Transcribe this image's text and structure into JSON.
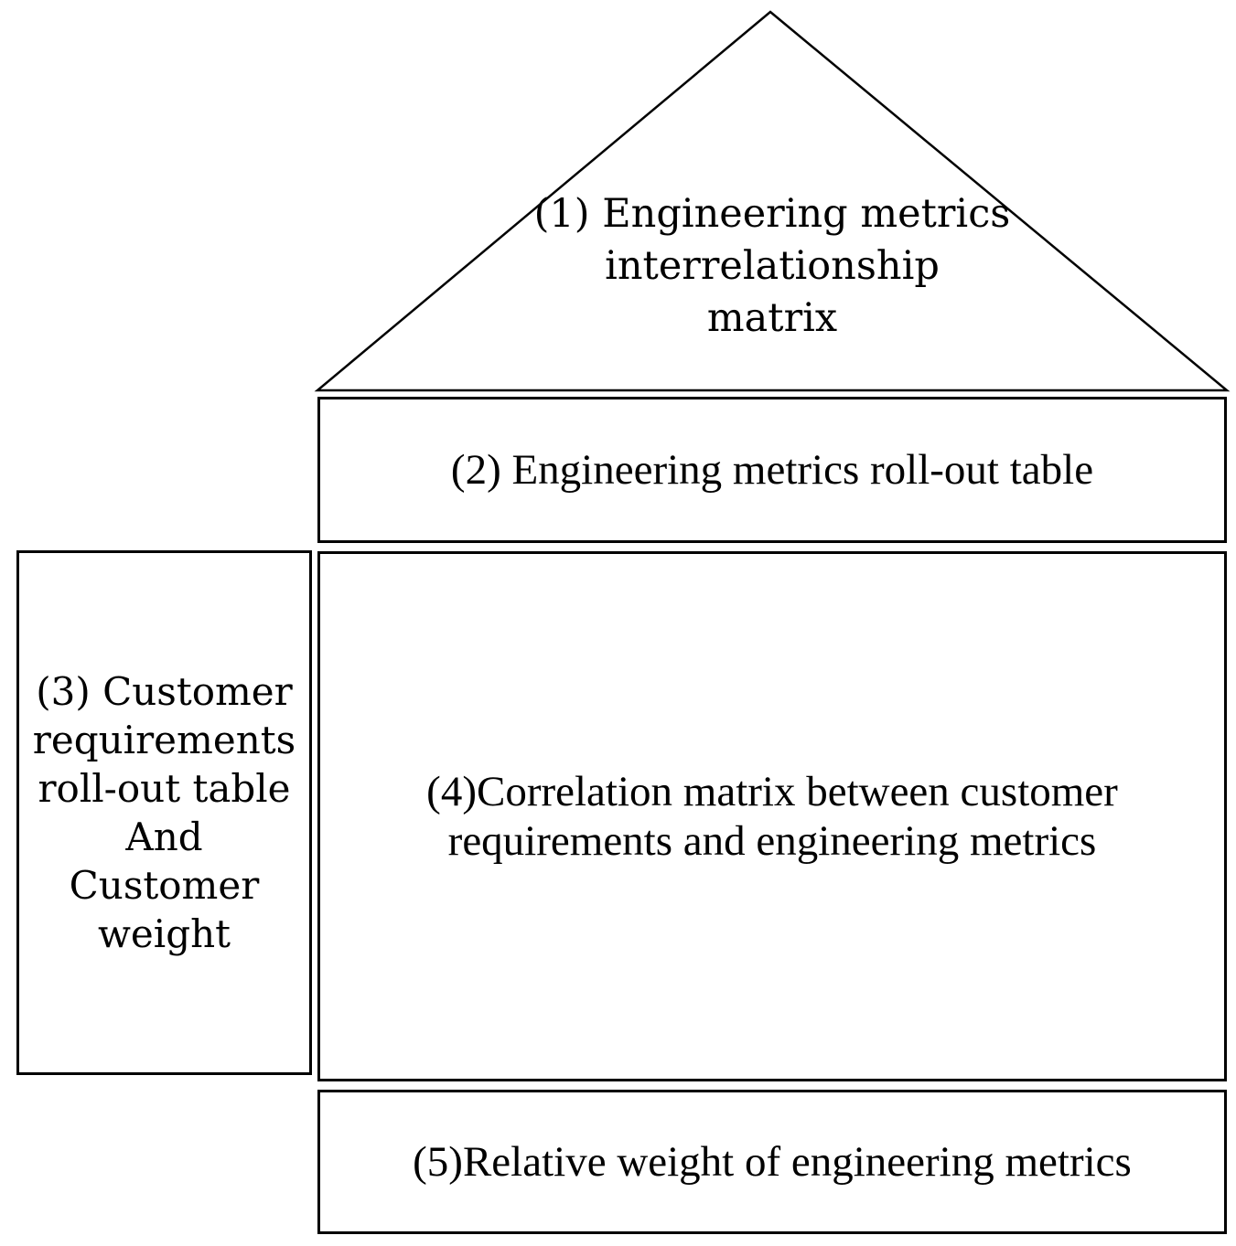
{
  "diagram": {
    "colors": {
      "line": "#000000",
      "background": "#ffffff"
    },
    "roof": {
      "lines": [
        "(1) Engineering metrics",
        "interrelationship",
        "matrix"
      ]
    },
    "engineering_metrics_rollout": {
      "label": "(2) Engineering metrics roll-out table"
    },
    "customer_requirements": {
      "lines": [
        "(3) Customer",
        "requirements",
        "roll-out table",
        "And",
        "Customer",
        "weight"
      ]
    },
    "correlation_matrix": {
      "lines": [
        "(4)Correlation matrix between customer",
        "requirements and engineering metrics"
      ]
    },
    "relative_weight": {
      "label": "(5)Relative weight of engineering metrics"
    }
  }
}
